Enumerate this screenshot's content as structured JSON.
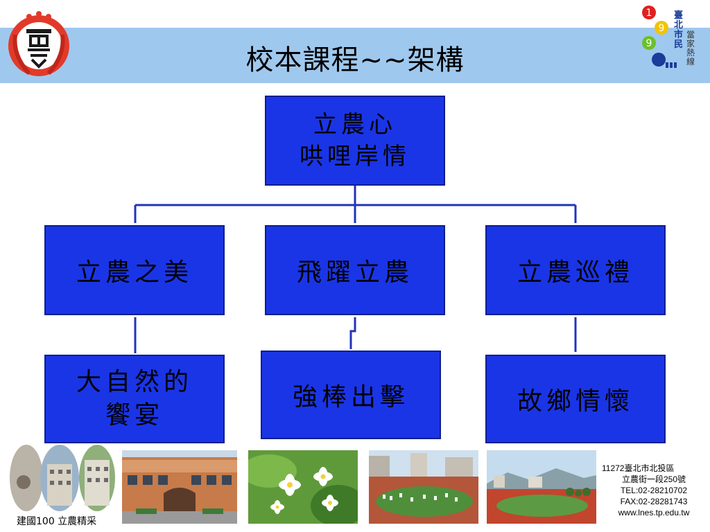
{
  "header": {
    "title": "校本課程~~架構"
  },
  "hotline": {
    "digits": [
      "1",
      "9",
      "9"
    ],
    "text_left": "臺北市民",
    "text_right": "當家熱線"
  },
  "chart": {
    "root": {
      "lines": [
        "立農心",
        "哄哩岸情"
      ]
    },
    "level2": [
      {
        "lines": [
          "立農之美"
        ]
      },
      {
        "lines": [
          "飛躍立農"
        ]
      },
      {
        "lines": [
          "立農巡禮"
        ]
      }
    ],
    "level3": [
      {
        "lines": [
          "大自然的",
          "饗宴"
        ]
      },
      {
        "lines": [
          "強棒出擊"
        ]
      },
      {
        "lines": [
          "故鄉情懷"
        ]
      }
    ]
  },
  "footer": {
    "caption": "建國100  立農精采",
    "address": [
      "11272臺北市北投區",
      "立農街一段250號",
      "TEL:02-28210702",
      "FAX:02-28281743",
      "www.lnes.tp.edu.tw"
    ]
  },
  "colors": {
    "box_fill": "#1a35e6",
    "header_band": "#9fc8ee",
    "connector": "#2233bb"
  }
}
